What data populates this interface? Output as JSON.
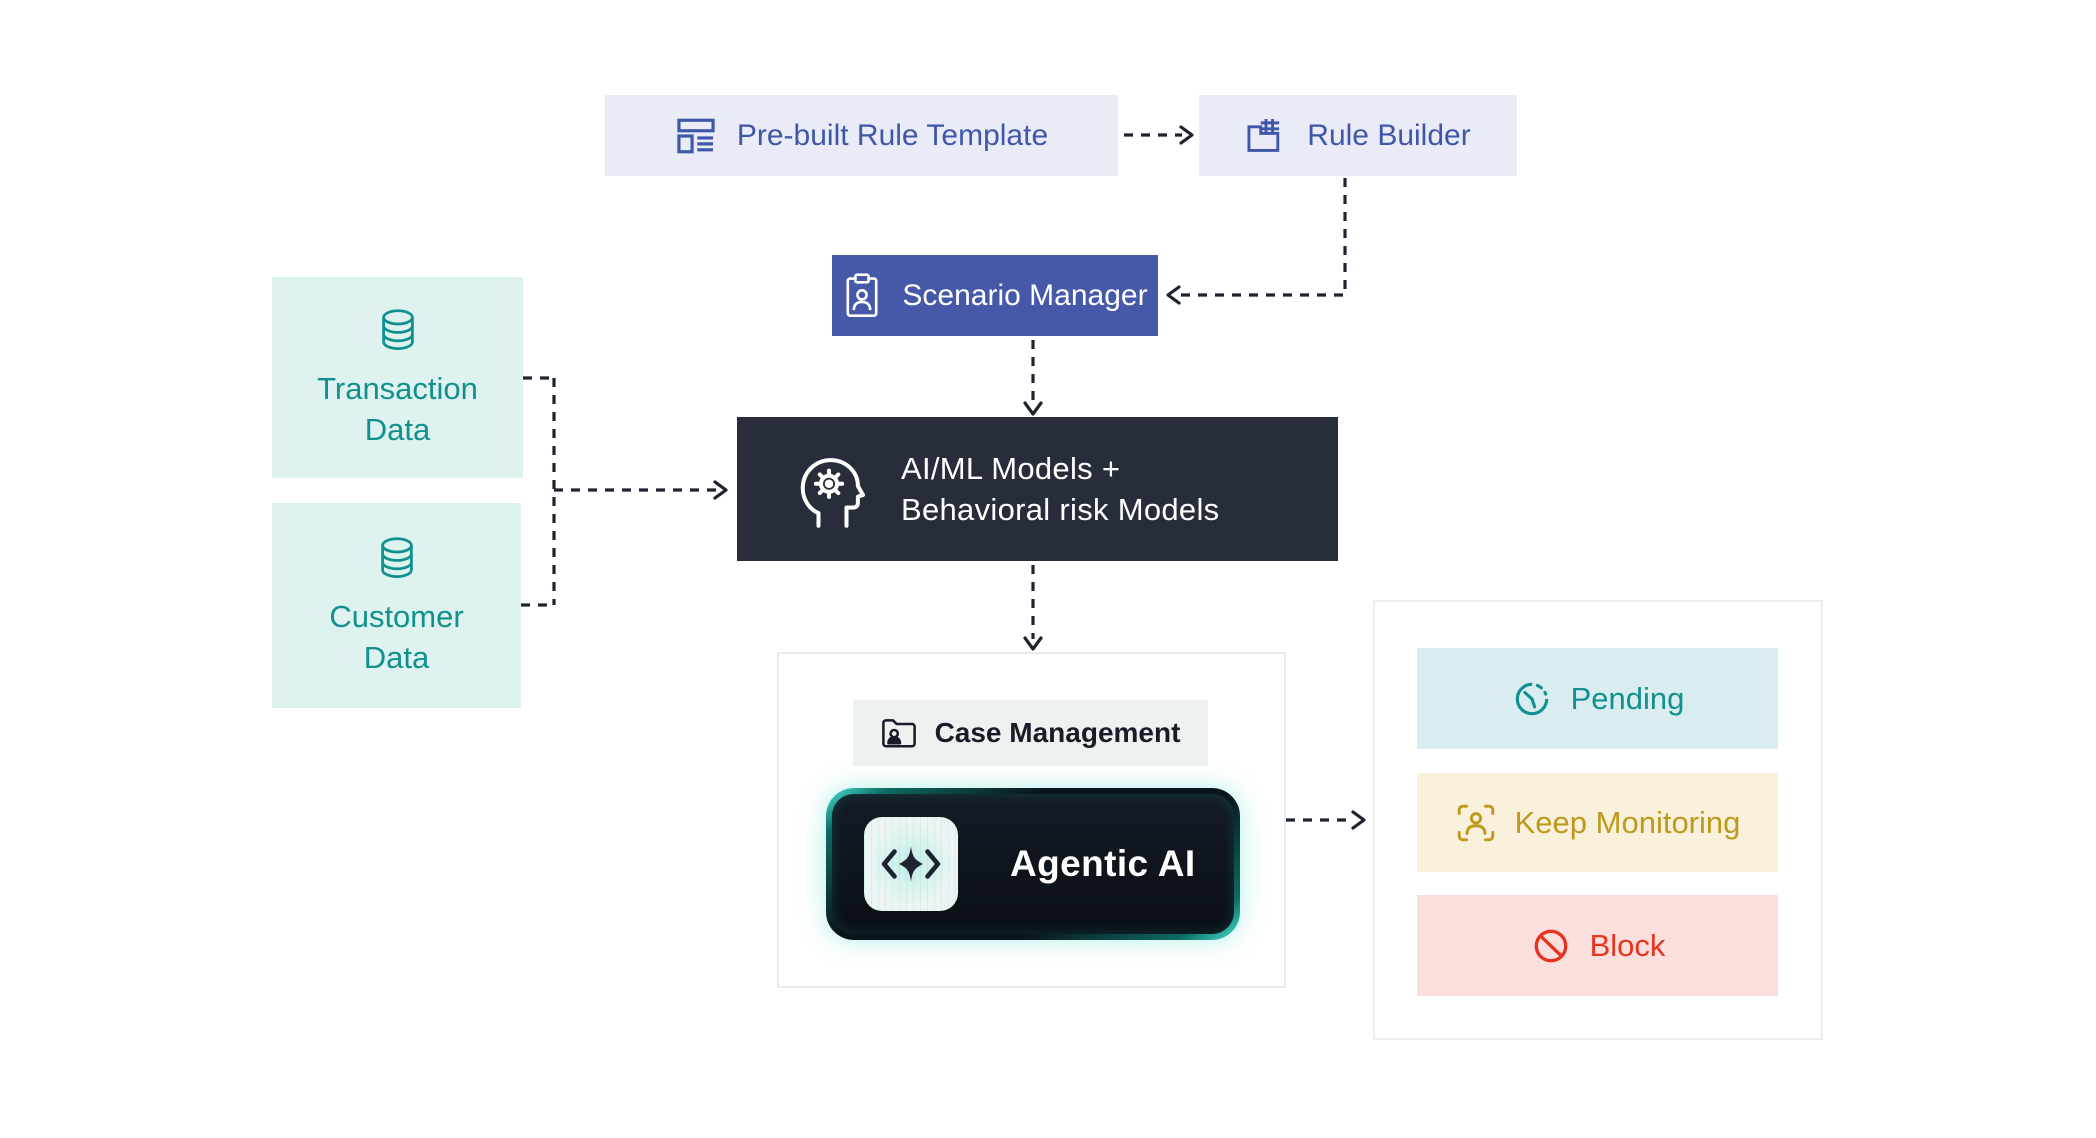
{
  "diagram": {
    "background": "#ffffff",
    "colors": {
      "indigo_fill": "#4659a9",
      "indigo_text": "#3f56a9",
      "lavender_bg": "#e9ecf7",
      "dark_navy": "#272d3b",
      "teal_text": "#11918d",
      "mint_bg": "#def2f0",
      "case_chip_bg": "#edf1f0",
      "dark_text": "#161d28",
      "cyan_bg": "#d9edf0",
      "cream_bg": "#faf1dc",
      "gold_text": "#bd9a1b",
      "pink_bg": "#fbdfdc",
      "red_text": "#e63421",
      "connector": "#1d2430",
      "agentic_glow": "#2fd8c4"
    },
    "nodes": {
      "prebuilt_rule_template": {
        "label": "Pre-built Rule Template",
        "icon": "template-icon"
      },
      "rule_builder": {
        "label": "Rule Builder",
        "icon": "rule-builder-icon"
      },
      "scenario_manager": {
        "label": "Scenario Manager",
        "icon": "clipboard-person-icon"
      },
      "ai_ml_models": {
        "label_line1": "AI/ML Models +",
        "label_line2": "Behavioral risk Models",
        "icon": "head-gear-icon"
      },
      "transaction_data": {
        "label_line1": "Transaction",
        "label_line2": "Data",
        "icon": "database-icon"
      },
      "customer_data": {
        "label_line1": "Customer",
        "label_line2": "Data",
        "icon": "database-icon"
      },
      "case_management": {
        "label": "Case Management",
        "icon": "folder-person-icon"
      },
      "agentic_ai": {
        "label": "Agentic AI",
        "icon": "ai-sparkle-icon"
      },
      "pending": {
        "label": "Pending",
        "icon": "clock-icon"
      },
      "keep_monitoring": {
        "label": "Keep Monitoring",
        "icon": "face-scan-icon"
      },
      "block": {
        "label": "Block",
        "icon": "block-icon"
      }
    }
  }
}
